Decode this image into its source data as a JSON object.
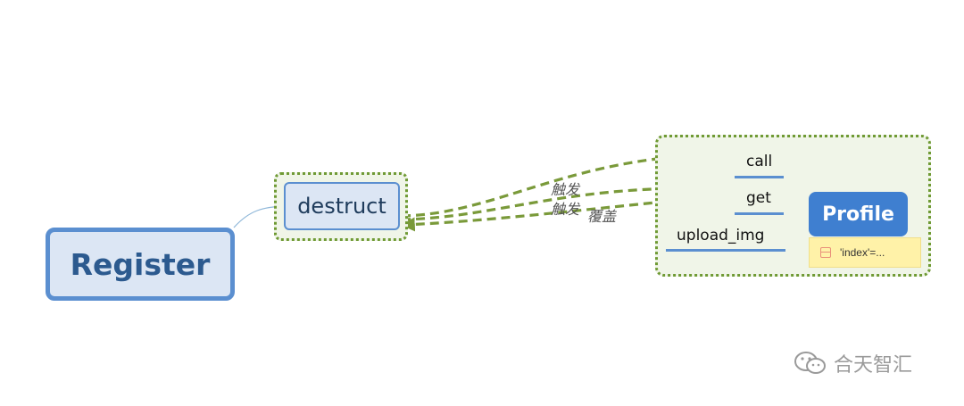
{
  "nodes": {
    "register": "Register",
    "destruct": "destruct",
    "profile": "Profile"
  },
  "profile_methods": {
    "call": "call",
    "get": "get",
    "upload_img": "upload_img"
  },
  "profile_note": "'index'=...",
  "edge_labels": {
    "trigger_call": "触发",
    "trigger_get": "触发",
    "override": "覆盖"
  },
  "watermark": "合天智汇",
  "colors": {
    "register_border": "#5b8fd0",
    "register_fill": "#dce6f4",
    "profile_fill": "#3f7fd0",
    "group_border": "#6f9a34",
    "group_fill": "#f0f5e8",
    "arrow": "#7a9a3a",
    "note_fill": "#fff2a8"
  }
}
